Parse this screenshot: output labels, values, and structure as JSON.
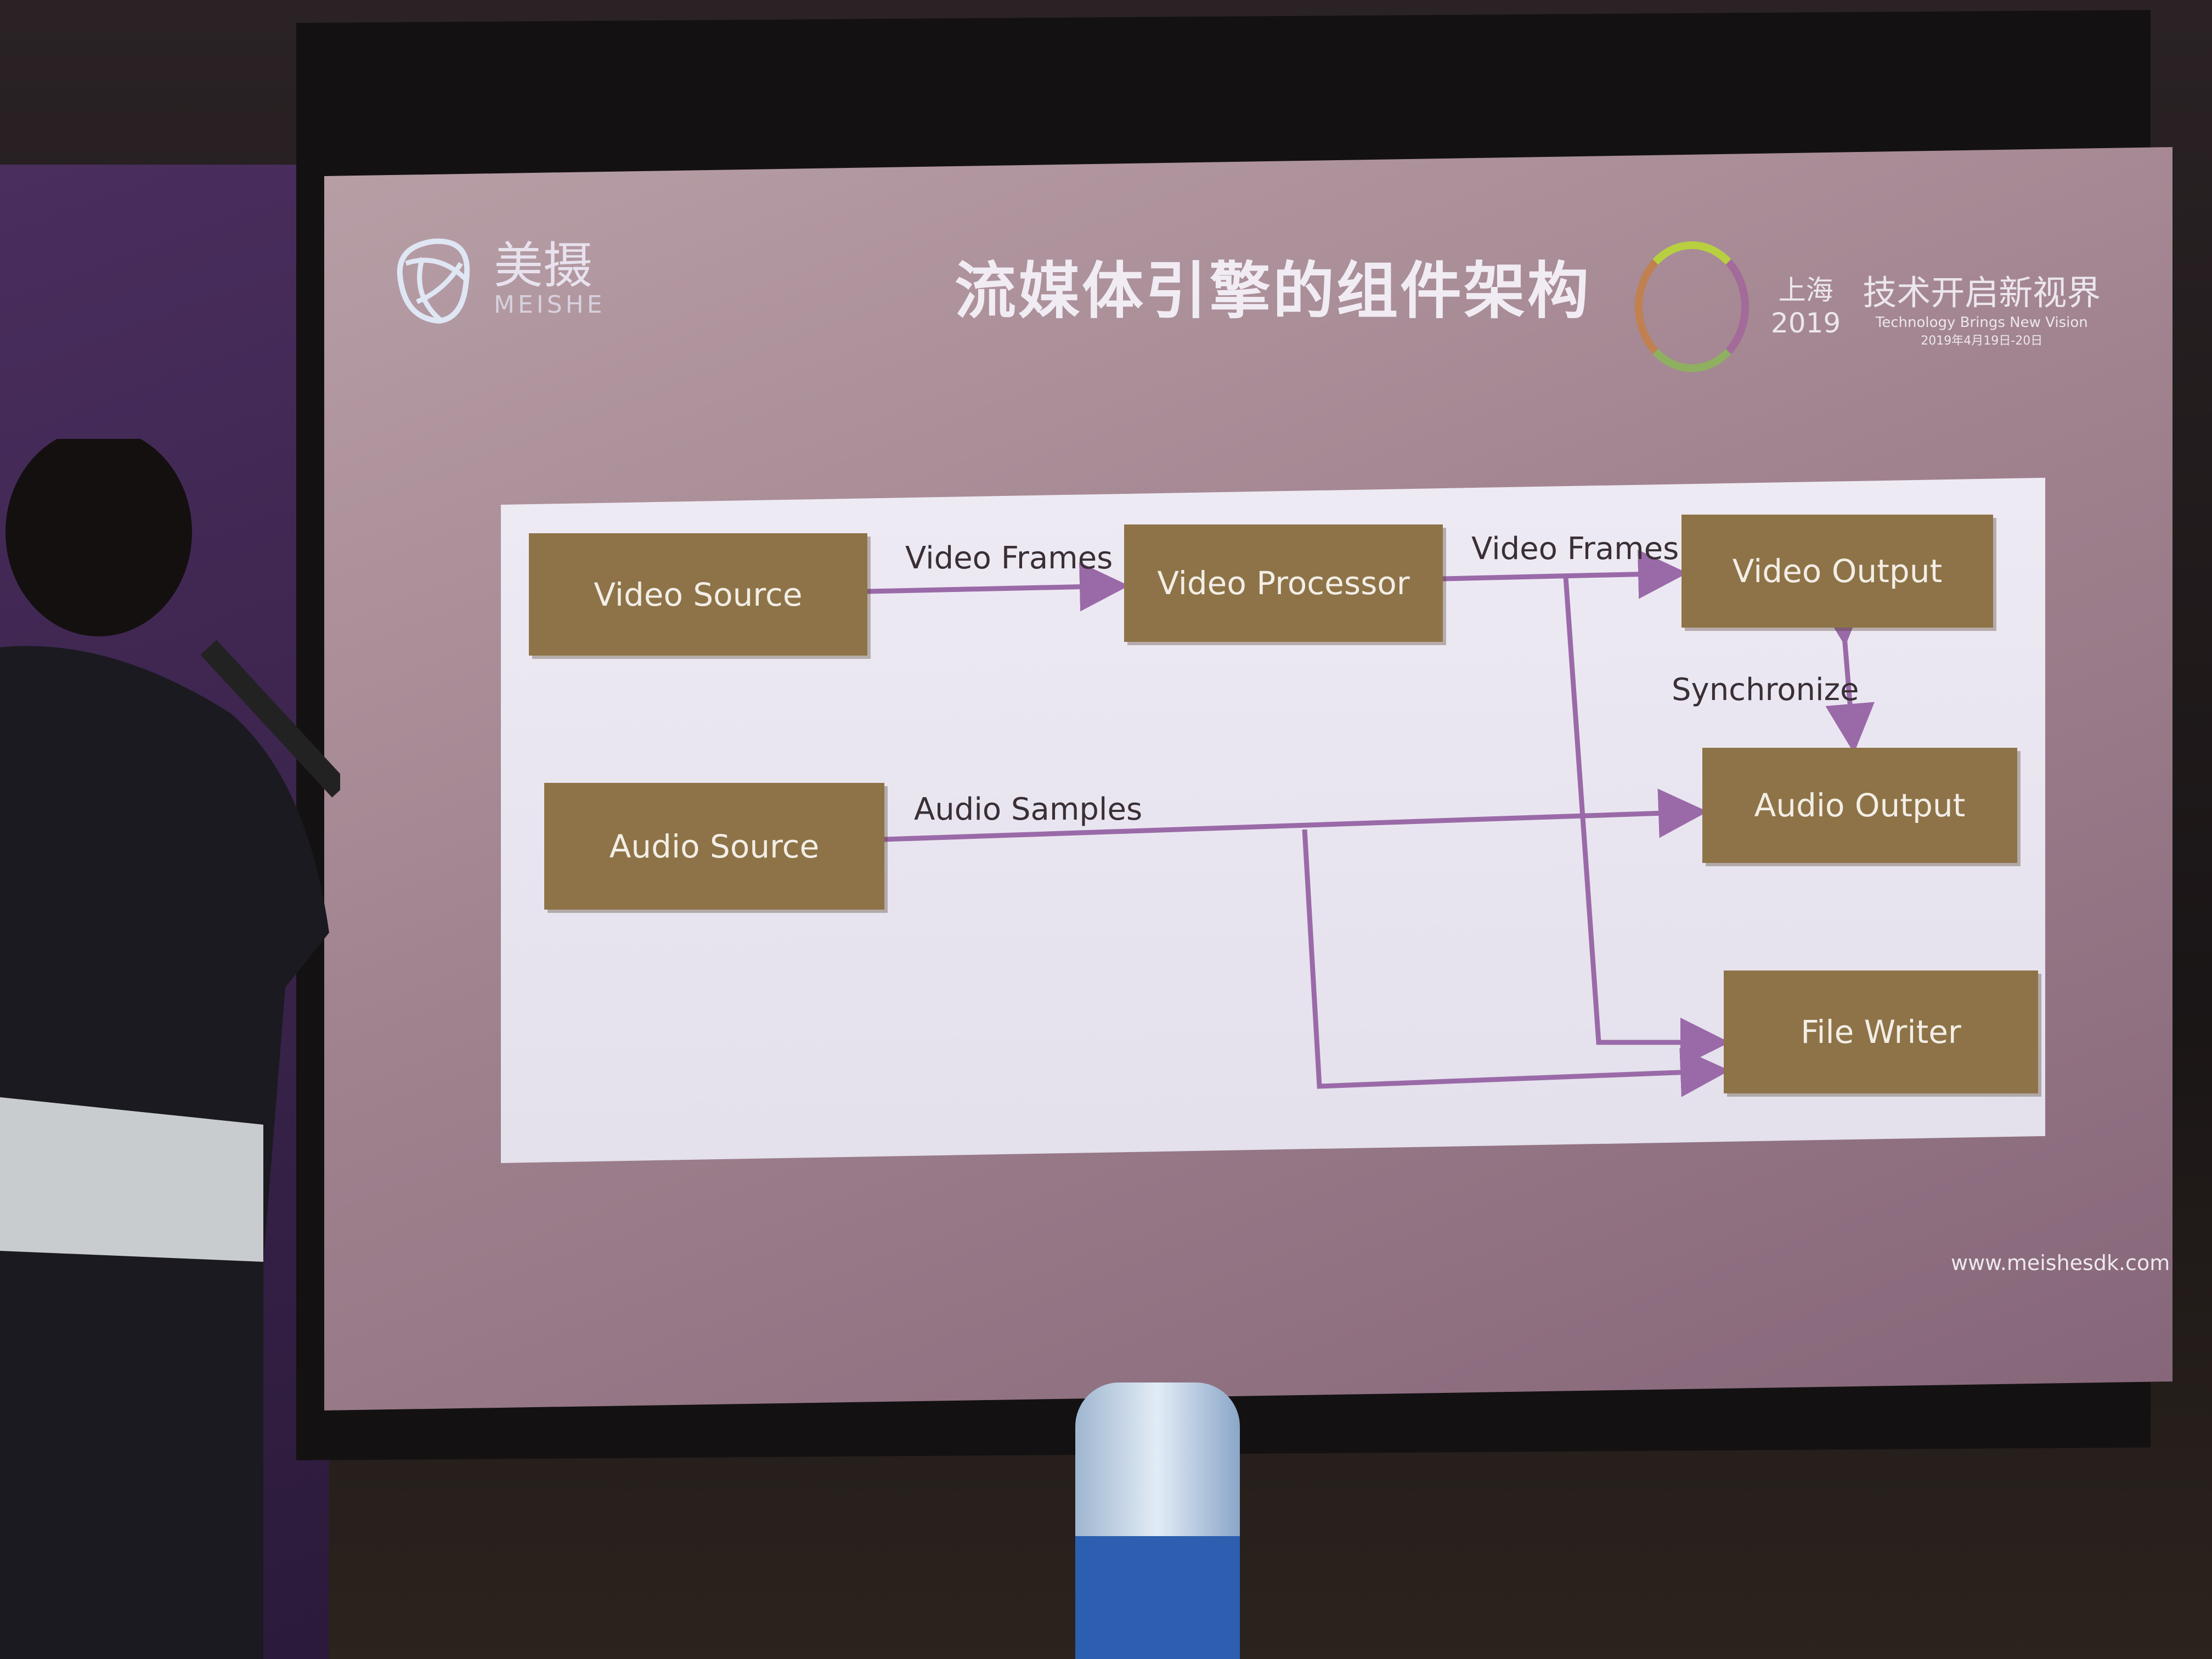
{
  "slide": {
    "logo": {
      "cn": "美摄",
      "en": "MEISHE"
    },
    "title": "流媒体引擎的组件架构",
    "event": {
      "city": "上海",
      "year": "2019",
      "slogan_cn": "技术开启新视界",
      "slogan_en": "Technology Brings New Vision",
      "date": "2019年4月19日-20日"
    },
    "url": "www.meishesdk.com"
  },
  "diagram": {
    "nodes": {
      "video_source": "Video Source",
      "video_processor": "Video Processor",
      "video_output": "Video  Output",
      "audio_source": "Audio Source",
      "audio_output": "Audio  Output",
      "file_writer": "File  Writer"
    },
    "edges": [
      {
        "from": "Video Source",
        "to": "Video Processor",
        "label": "Video Frames"
      },
      {
        "from": "Video Processor",
        "to": "Video Output",
        "label": "Video Frames"
      },
      {
        "from": "Video Processor",
        "to": "File Writer",
        "label": ""
      },
      {
        "from": "Audio Source",
        "to": "Audio Output",
        "label": "Audio Samples"
      },
      {
        "from": "Audio Source",
        "to": "File Writer",
        "label": ""
      },
      {
        "from": "Video Output",
        "to": "Audio Output",
        "label": "Synchronize",
        "bidirectional": true
      }
    ],
    "colors": {
      "node": "#8d7347",
      "edge": "#9a6aa8",
      "background": "#eeeaf4"
    }
  }
}
